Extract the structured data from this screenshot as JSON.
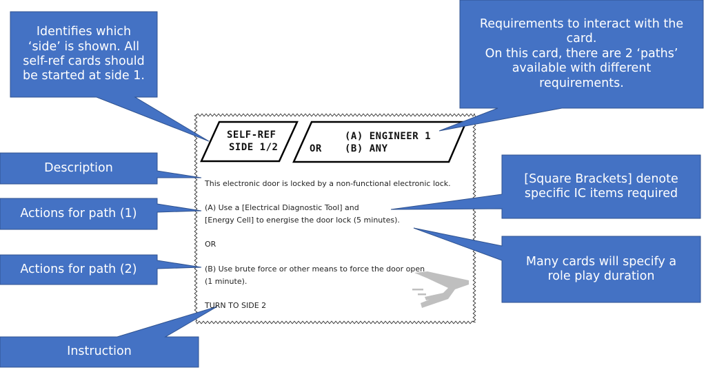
{
  "colors": {
    "callout_fill": "#4472C4",
    "callout_border": "#2F528F",
    "callout_text": "#FFFFFF",
    "card_text": "#222222",
    "logo_gray": "#BFBFBF"
  },
  "card": {
    "side_tag": {
      "line1": "SELF-REF",
      "line2": "SIDE 1/2"
    },
    "requirements_tag": {
      "line1": "(A) ENGINEER 1",
      "line2_prefix": "OR",
      "line2": "(B) ANY"
    },
    "description": "This electronic door is locked by a non-functional electronic lock.",
    "path_a_line1": "(A) Use a [Electrical Diagnostic Tool] and",
    "path_a_line2": "[Energy Cell] to energise the door lock (5 minutes).",
    "or_separator": "OR",
    "path_b_line1": "(B) Use brute force or other means to force the door open",
    "path_b_line2": "(1 minute).",
    "instruction": "TURN TO SIDE 2",
    "logo_icon": "speed-chevron-logo"
  },
  "callouts": {
    "side": "Identifies which\n‘side’ is shown. All\nself-ref cards should\nbe started at side 1.",
    "requirements": "Requirements to interact with the\ncard.\nOn this card, there are 2 ‘paths’\navailable with different\nrequirements.",
    "description": "Description",
    "actions_path_1": "Actions for path (1)",
    "actions_path_2": "Actions for path (2)",
    "instruction": "Instruction",
    "square_brackets": "[Square Brackets] denote\nspecific IC items required",
    "duration": "Many cards will specify a\nrole play duration"
  }
}
